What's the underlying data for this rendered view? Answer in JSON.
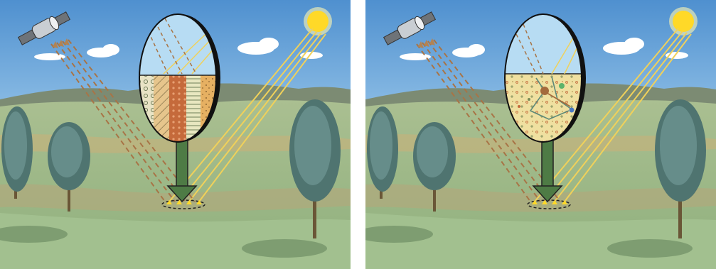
{
  "figure": {
    "panels": [
      {
        "id": "surface-layers",
        "inset_fill": "striped-soil-layers",
        "beams": [
          "satellite-view",
          "sun-illumination"
        ]
      },
      {
        "id": "subsurface-scattering",
        "inset_fill": "subsurface-particles",
        "beams": [
          "satellite-view",
          "sun-illumination"
        ]
      }
    ],
    "icons": [
      "satellite-icon",
      "sun-icon",
      "tree-icon",
      "magnifier-lens-icon",
      "down-arrow-icon"
    ],
    "colors": {
      "sky_top": "#5f9ed6",
      "sky_bottom": "#d7ecf8",
      "ground": "#9fbe8d",
      "sun": "#ffd928",
      "beam_sun": "#f0d15a",
      "beam_satellite": "#a87446",
      "lens_rim": "#111111",
      "arrow": "#4e7b45"
    }
  }
}
